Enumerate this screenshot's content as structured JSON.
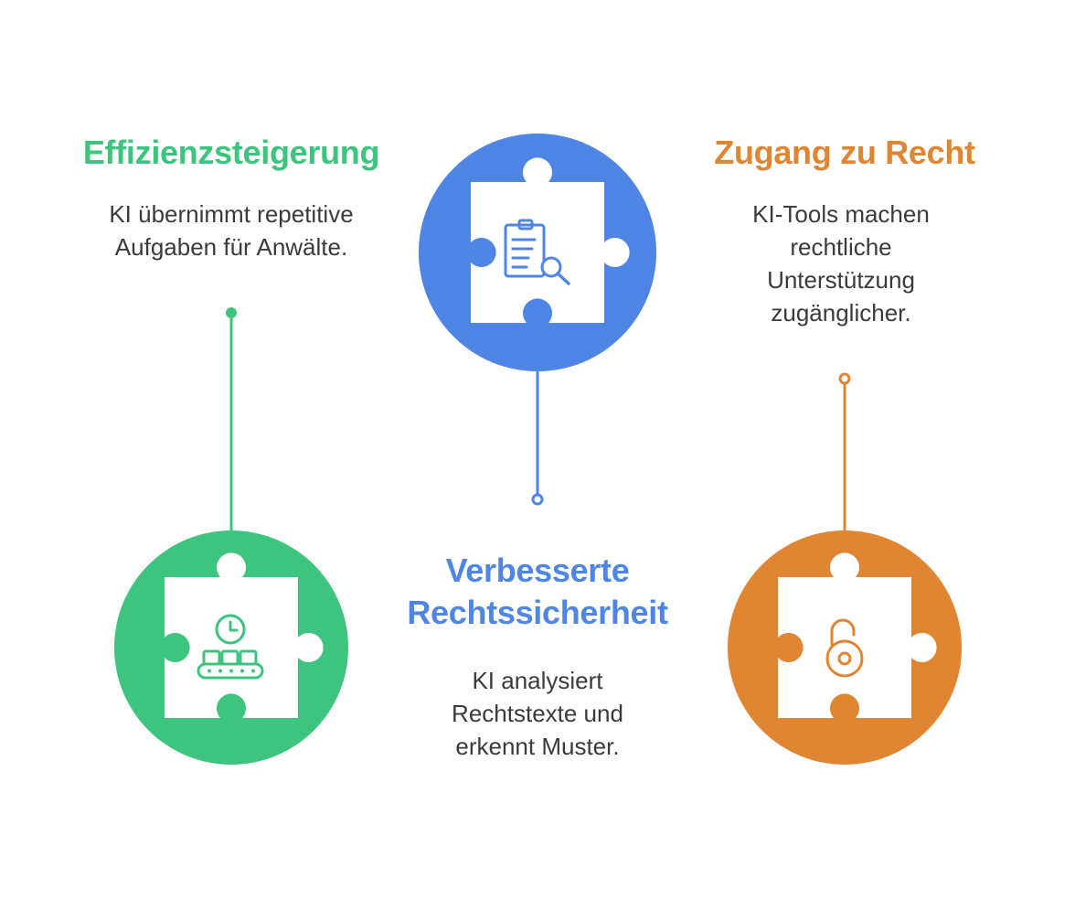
{
  "colors": {
    "green": "#3dc47e",
    "blue": "#4f86e6",
    "orange": "#e08531",
    "text": "#3b3b3b"
  },
  "items": [
    {
      "title": "Effizienzsteigerung",
      "description": "KI übernimmt repetitive Aufgaben für Anwälte.",
      "icon": "conveyor-clock-icon"
    },
    {
      "title": "Verbesserte Rechtssicherheit",
      "description": "KI analysiert Rechtstexte und erkennt Muster.",
      "icon": "clipboard-search-icon"
    },
    {
      "title": "Zugang zu Recht",
      "description": "KI-Tools machen rechtliche Unterstützung zugänglicher.",
      "icon": "unlocked-padlock-icon"
    }
  ]
}
